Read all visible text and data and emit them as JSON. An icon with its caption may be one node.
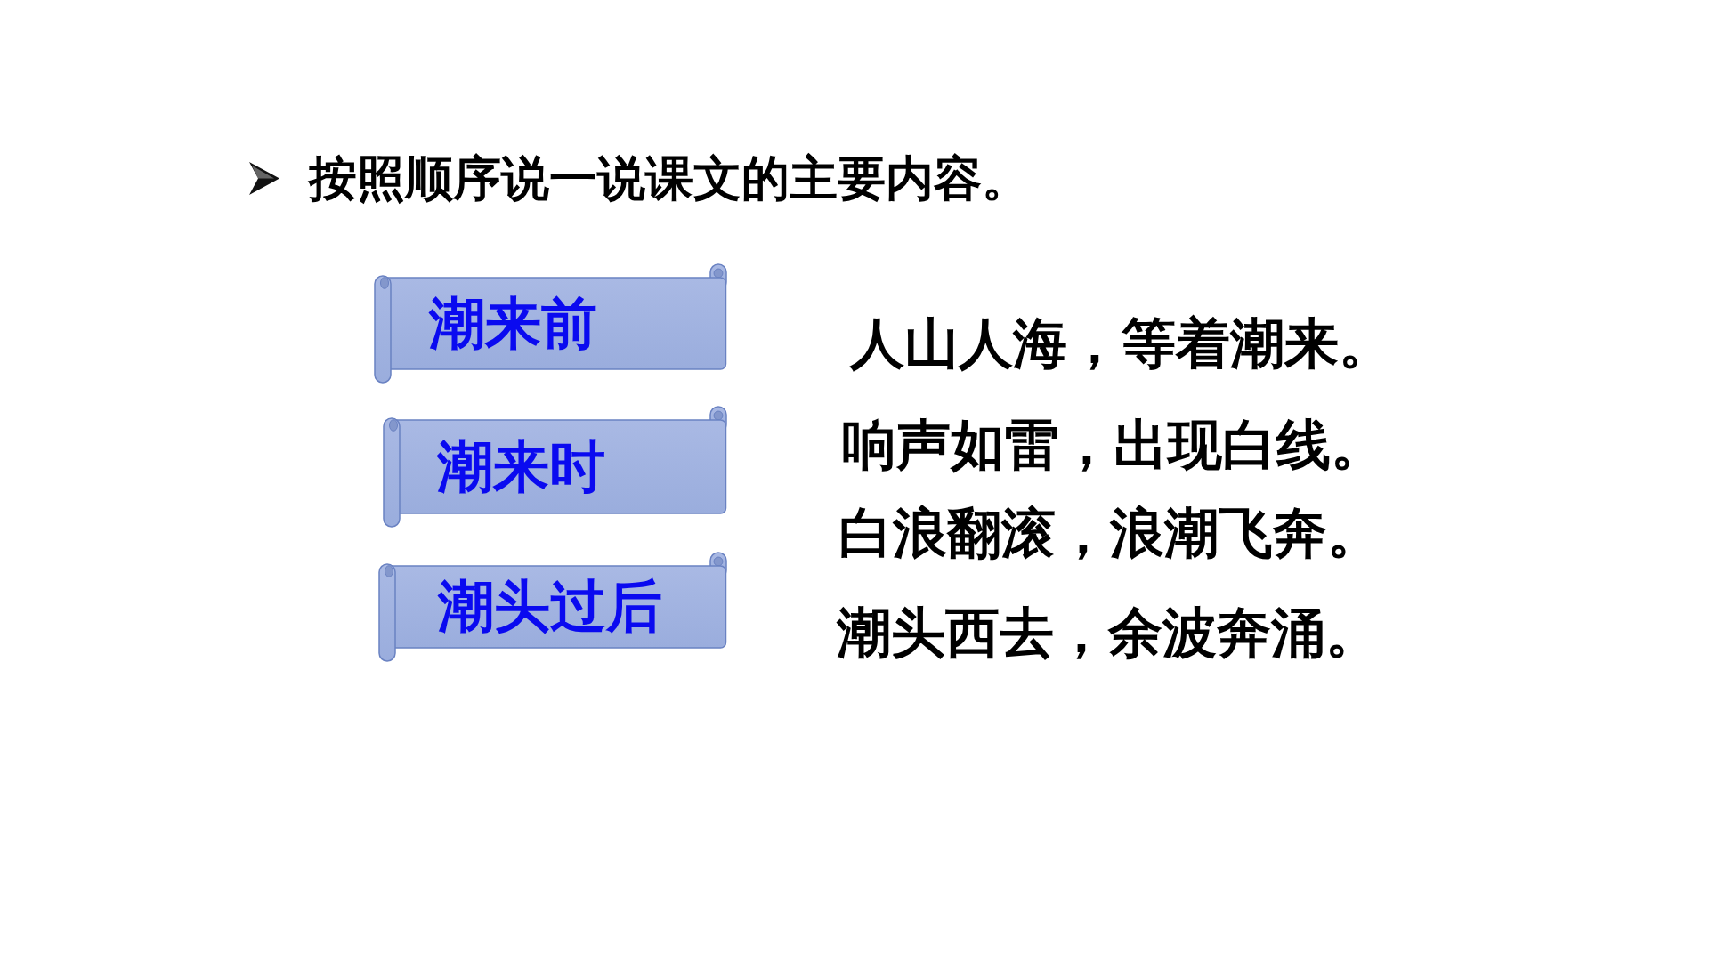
{
  "diagram": {
    "title": "按照顺序说一说课文的主要内容。",
    "nodes": [
      {
        "text": [
          "潮来前"
        ]
      },
      {
        "text": [
          "潮来时"
        ]
      },
      {
        "text": [
          "潮头过后"
        ]
      }
    ],
    "labels": [
      "人山人海，等着潮来。",
      "响声如雷，出现白线。",
      "白浪翻滚，浪潮飞奔。",
      "潮头西去，余波奔涌。"
    ]
  }
}
